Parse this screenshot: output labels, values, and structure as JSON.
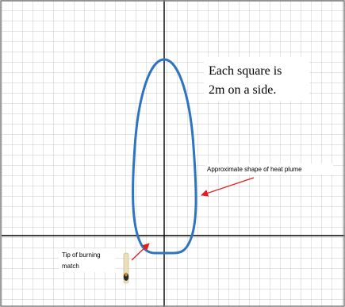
{
  "figure": {
    "note_line1": "Each square is",
    "note_line2": "2m on a side.",
    "plume_label": "Approximate shape of heat plume",
    "match_label_line1": "Tip of burning",
    "match_label_line2": "match"
  },
  "colors": {
    "grid": "#c8c8c8",
    "axis": "#000000",
    "plume": "#2e74c0",
    "arrow": "#e41e1e",
    "frame": "#7f7f7f",
    "match_stick": "#eadfb8",
    "match_head": "#2a2a2a"
  },
  "icons": {
    "match": "burning-match-icon"
  }
}
